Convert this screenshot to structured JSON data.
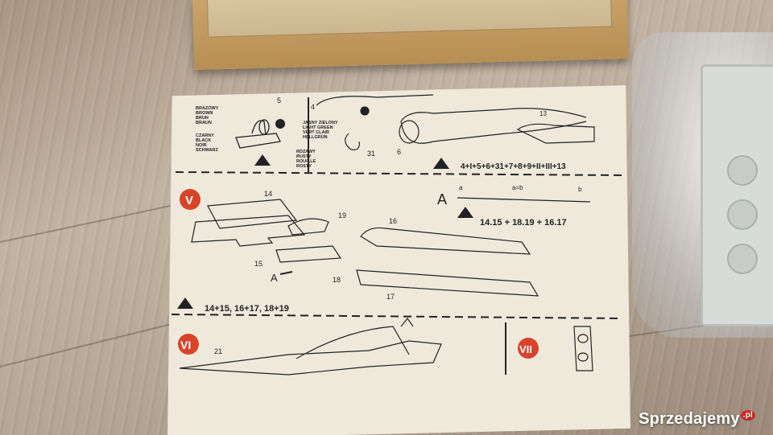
{
  "watermark": {
    "brand": "Sprzedajemy",
    "suffix": ".pl"
  },
  "instructions": {
    "color_callouts": {
      "brown": [
        "BRAZOWY",
        "BROWN",
        "BRUN",
        "BRAUN"
      ],
      "black": [
        "CZARNY",
        "BLACK",
        "NOIR",
        "SCHWARZ"
      ],
      "light_green": [
        "JASNY ZIELONY",
        "LIGHT GREEN",
        "VERT CLAIR",
        "HELLGRÜN"
      ],
      "rust": [
        "RDZAWY",
        "RUSTY",
        "ROUILLE",
        "ROSTY"
      ]
    },
    "step_labels": {
      "step5": "V",
      "step6": "VI",
      "step7": "VII"
    },
    "sequences": {
      "fuselage": "4+I+5+6+31+7+8+9+II+III+13",
      "wing_top": "14.15 + 18.19 + 16.17",
      "wing_bottom": "14+15, 16+17, 18+19"
    },
    "dimension_labels": {
      "letter_a": "A",
      "a": "a",
      "a_eq_b": "a=b",
      "b": "b",
      "arrow_a": "A"
    },
    "part_numbers": [
      "5",
      "4",
      "6",
      "31",
      "13",
      "14",
      "19",
      "16",
      "15",
      "18",
      "17",
      "21"
    ]
  }
}
